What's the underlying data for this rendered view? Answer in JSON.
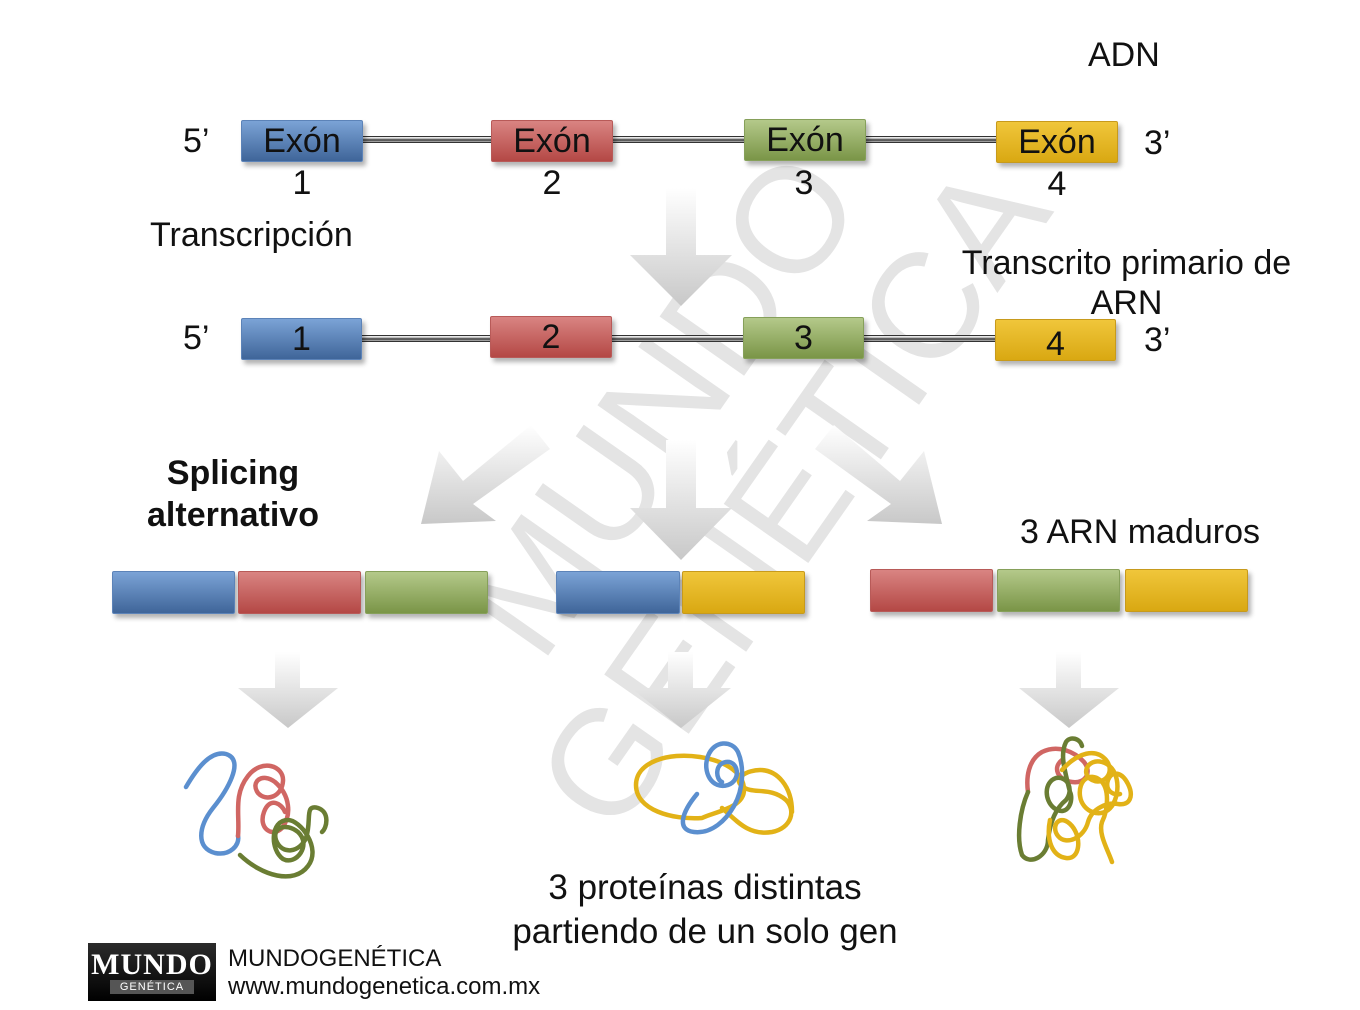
{
  "colors": {
    "exon1": "#5a82c0",
    "exon2": "#c8605d",
    "exon3": "#93ad63",
    "exon4": "#e7b826",
    "arrow": "#d0d0d0",
    "watermark": "#e6e6e6"
  },
  "labels": {
    "adn": "ADN",
    "five_prime": "5’",
    "three_prime": "3’",
    "transcription": "Transcripción",
    "primary_transcript": "Transcrito primario de ARN",
    "splicing": "Splicing alternativo",
    "mature_rna": "3 ARN maduros",
    "proteins": "3 proteínas distintas partiendo de un solo gen"
  },
  "dna_exons": [
    {
      "label": "Exón",
      "number": "1",
      "color": "blue"
    },
    {
      "label": "Exón",
      "number": "2",
      "color": "red"
    },
    {
      "label": "Exón",
      "number": "3",
      "color": "green"
    },
    {
      "label": "Exón",
      "number": "4",
      "color": "yellow"
    }
  ],
  "rna_exons": [
    {
      "number": "1",
      "color": "blue"
    },
    {
      "number": "2",
      "color": "red"
    },
    {
      "number": "3",
      "color": "green"
    },
    {
      "number": "4",
      "color": "yellow"
    }
  ],
  "mature_rnas": [
    {
      "exons": [
        "1",
        "2",
        "3"
      ]
    },
    {
      "exons": [
        "1",
        "4"
      ]
    },
    {
      "exons": [
        "2",
        "3",
        "4"
      ]
    }
  ],
  "watermark": {
    "line1": "MUNDO",
    "line2": "GENÉTICA"
  },
  "footer": {
    "logo_main": "MUNDO",
    "logo_sub": "GENÉTICA",
    "site_name": "MUNDOGENÉTICA",
    "url": "www.mundogenetica.com.mx"
  }
}
